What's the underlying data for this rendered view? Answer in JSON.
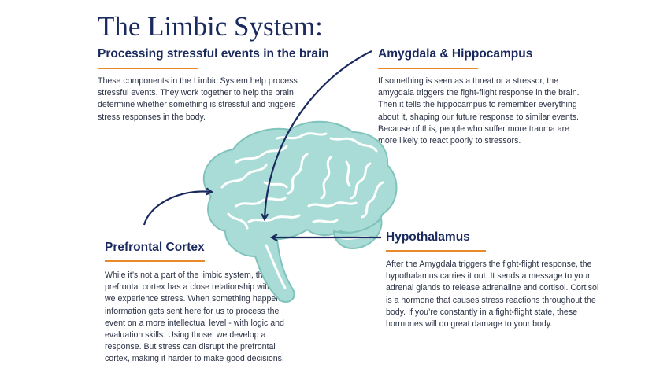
{
  "title": "The Limbic System:",
  "subtitle": "Processing stressful events in the brain",
  "intro": "These components in the Limbic System help process stressful events. They work together to help the brain determine whether something is stressful and triggers stress responses in the body.",
  "sections": {
    "amygdala": {
      "heading": "Amygdala & Hippocampus",
      "body": "If something is seen as a threat or a stressor, the amygdala triggers the fight-flight response in the brain. Then it tells the hippocampus to remember everything about it, shaping our future response to similar events. Because of this, people who suffer more trauma are more likely to react poorly to stressors."
    },
    "hypothalamus": {
      "heading": "Hypothalamus",
      "body": "After the Amygdala triggers the fight-flight response, the hypothalamus carries it out. It sends a message to your adrenal glands to release adrenaline and cortisol. Cortisol is a hormone that causes stress reactions throughout the body. If you’re constantly in a fight-flight state, these hormones will do great damage to your body."
    },
    "prefrontal": {
      "heading": "Prefrontal Cortex",
      "body": "While it’s not a part of the limbic system, the prefrontal cortex has a close relationship with how we experience stress. When something happens, information gets sent here for us to process the event on a more intellectual level - with logic and evaluation skills. Using those, we develop a response. But stress can disrupt the prefrontal cortex, making it harder to make good decisions."
    }
  },
  "colors": {
    "navy": "#1b2a5e",
    "accent": "#e88a2a",
    "brain": "#a9dcd6",
    "brain_outline": "#7fc3bb",
    "brain_folds": "#ffffff"
  }
}
